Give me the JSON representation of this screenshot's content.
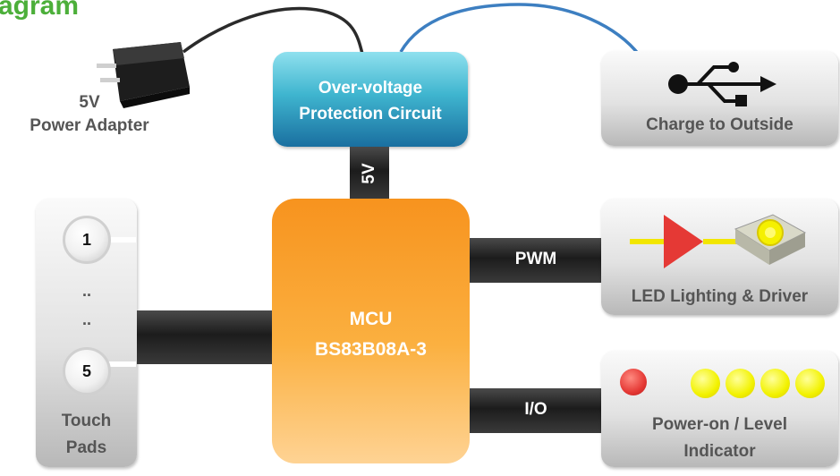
{
  "title": "agram",
  "adapter": {
    "line1": "5V",
    "line2": "Power Adapter"
  },
  "ovp": {
    "line1": "Over-voltage",
    "line2": "Protection Circuit"
  },
  "usb": {
    "label": "Charge to Outside"
  },
  "bus_5v": {
    "label": "5V"
  },
  "mcu": {
    "line1": "MCU",
    "line2": "BS83B08A-3"
  },
  "touch": {
    "pad_top": "1",
    "dots1": "..",
    "dots2": "..",
    "pad_bottom": "5",
    "line1": "Touch",
    "line2": "Pads"
  },
  "pwm": {
    "label": "PWM"
  },
  "io": {
    "label": "I/O"
  },
  "led": {
    "label": "LED Lighting & Driver"
  },
  "indicator": {
    "line1": "Power-on / Level",
    "line2": "Indicator"
  },
  "colors": {
    "title": "#4caf3a",
    "ovp": "#1a6fa0",
    "mcu": "#f7931e",
    "cable_blue": "#3d7fc1",
    "led_red": "#e53935",
    "led_yellow": "#f2f200"
  }
}
